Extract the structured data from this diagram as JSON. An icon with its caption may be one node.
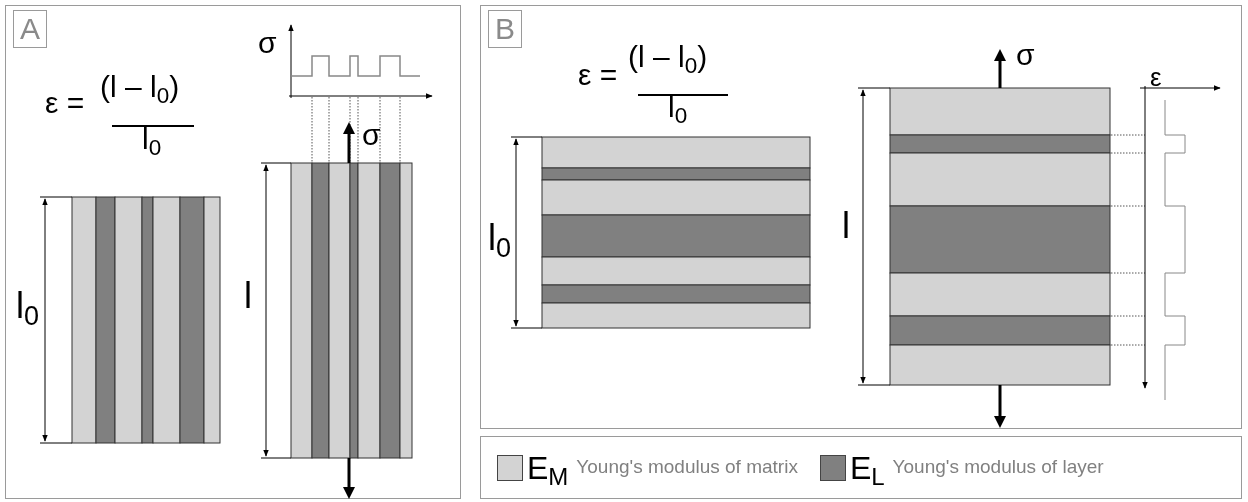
{
  "diagram": {
    "nodes": [
      {
        "text": [
          "A"
        ]
      },
      {
        "text": [
          "B"
        ]
      }
    ],
    "labels": [
      "σ",
      "ε =",
      "(l – l$_{0}$)",
      "l$_{0}$",
      "σ",
      "l$_{0}$",
      "l",
      "ε =",
      "(l – l$_{0}$)",
      "l$_{0}$",
      "σ",
      "ε",
      "l$_{0}$",
      "l"
    ],
    "legend": [
      {
        "text": "E$_{M}$ Young's modulus of matrix",
        "color": "#d3d3d3"
      },
      {
        "text": "E$_{L}$ Young's modulus of layer",
        "color": "#808080"
      }
    ]
  }
}
